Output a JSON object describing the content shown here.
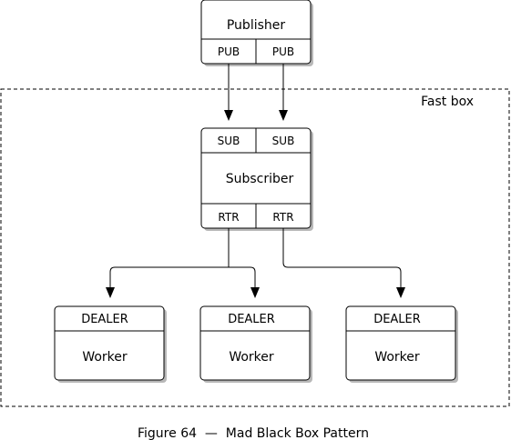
{
  "diagram": {
    "region_label": "Fast box",
    "publisher": {
      "title": "Publisher",
      "ports": [
        "PUB",
        "PUB"
      ]
    },
    "subscriber": {
      "title": "Subscriber",
      "in_ports": [
        "SUB",
        "SUB"
      ],
      "out_ports": [
        "RTR",
        "RTR"
      ]
    },
    "workers": [
      {
        "title": "Worker",
        "port": "DEALER"
      },
      {
        "title": "Worker",
        "port": "DEALER"
      },
      {
        "title": "Worker",
        "port": "DEALER"
      }
    ],
    "caption": "Figure 64  —  Mad Black Box Pattern"
  }
}
